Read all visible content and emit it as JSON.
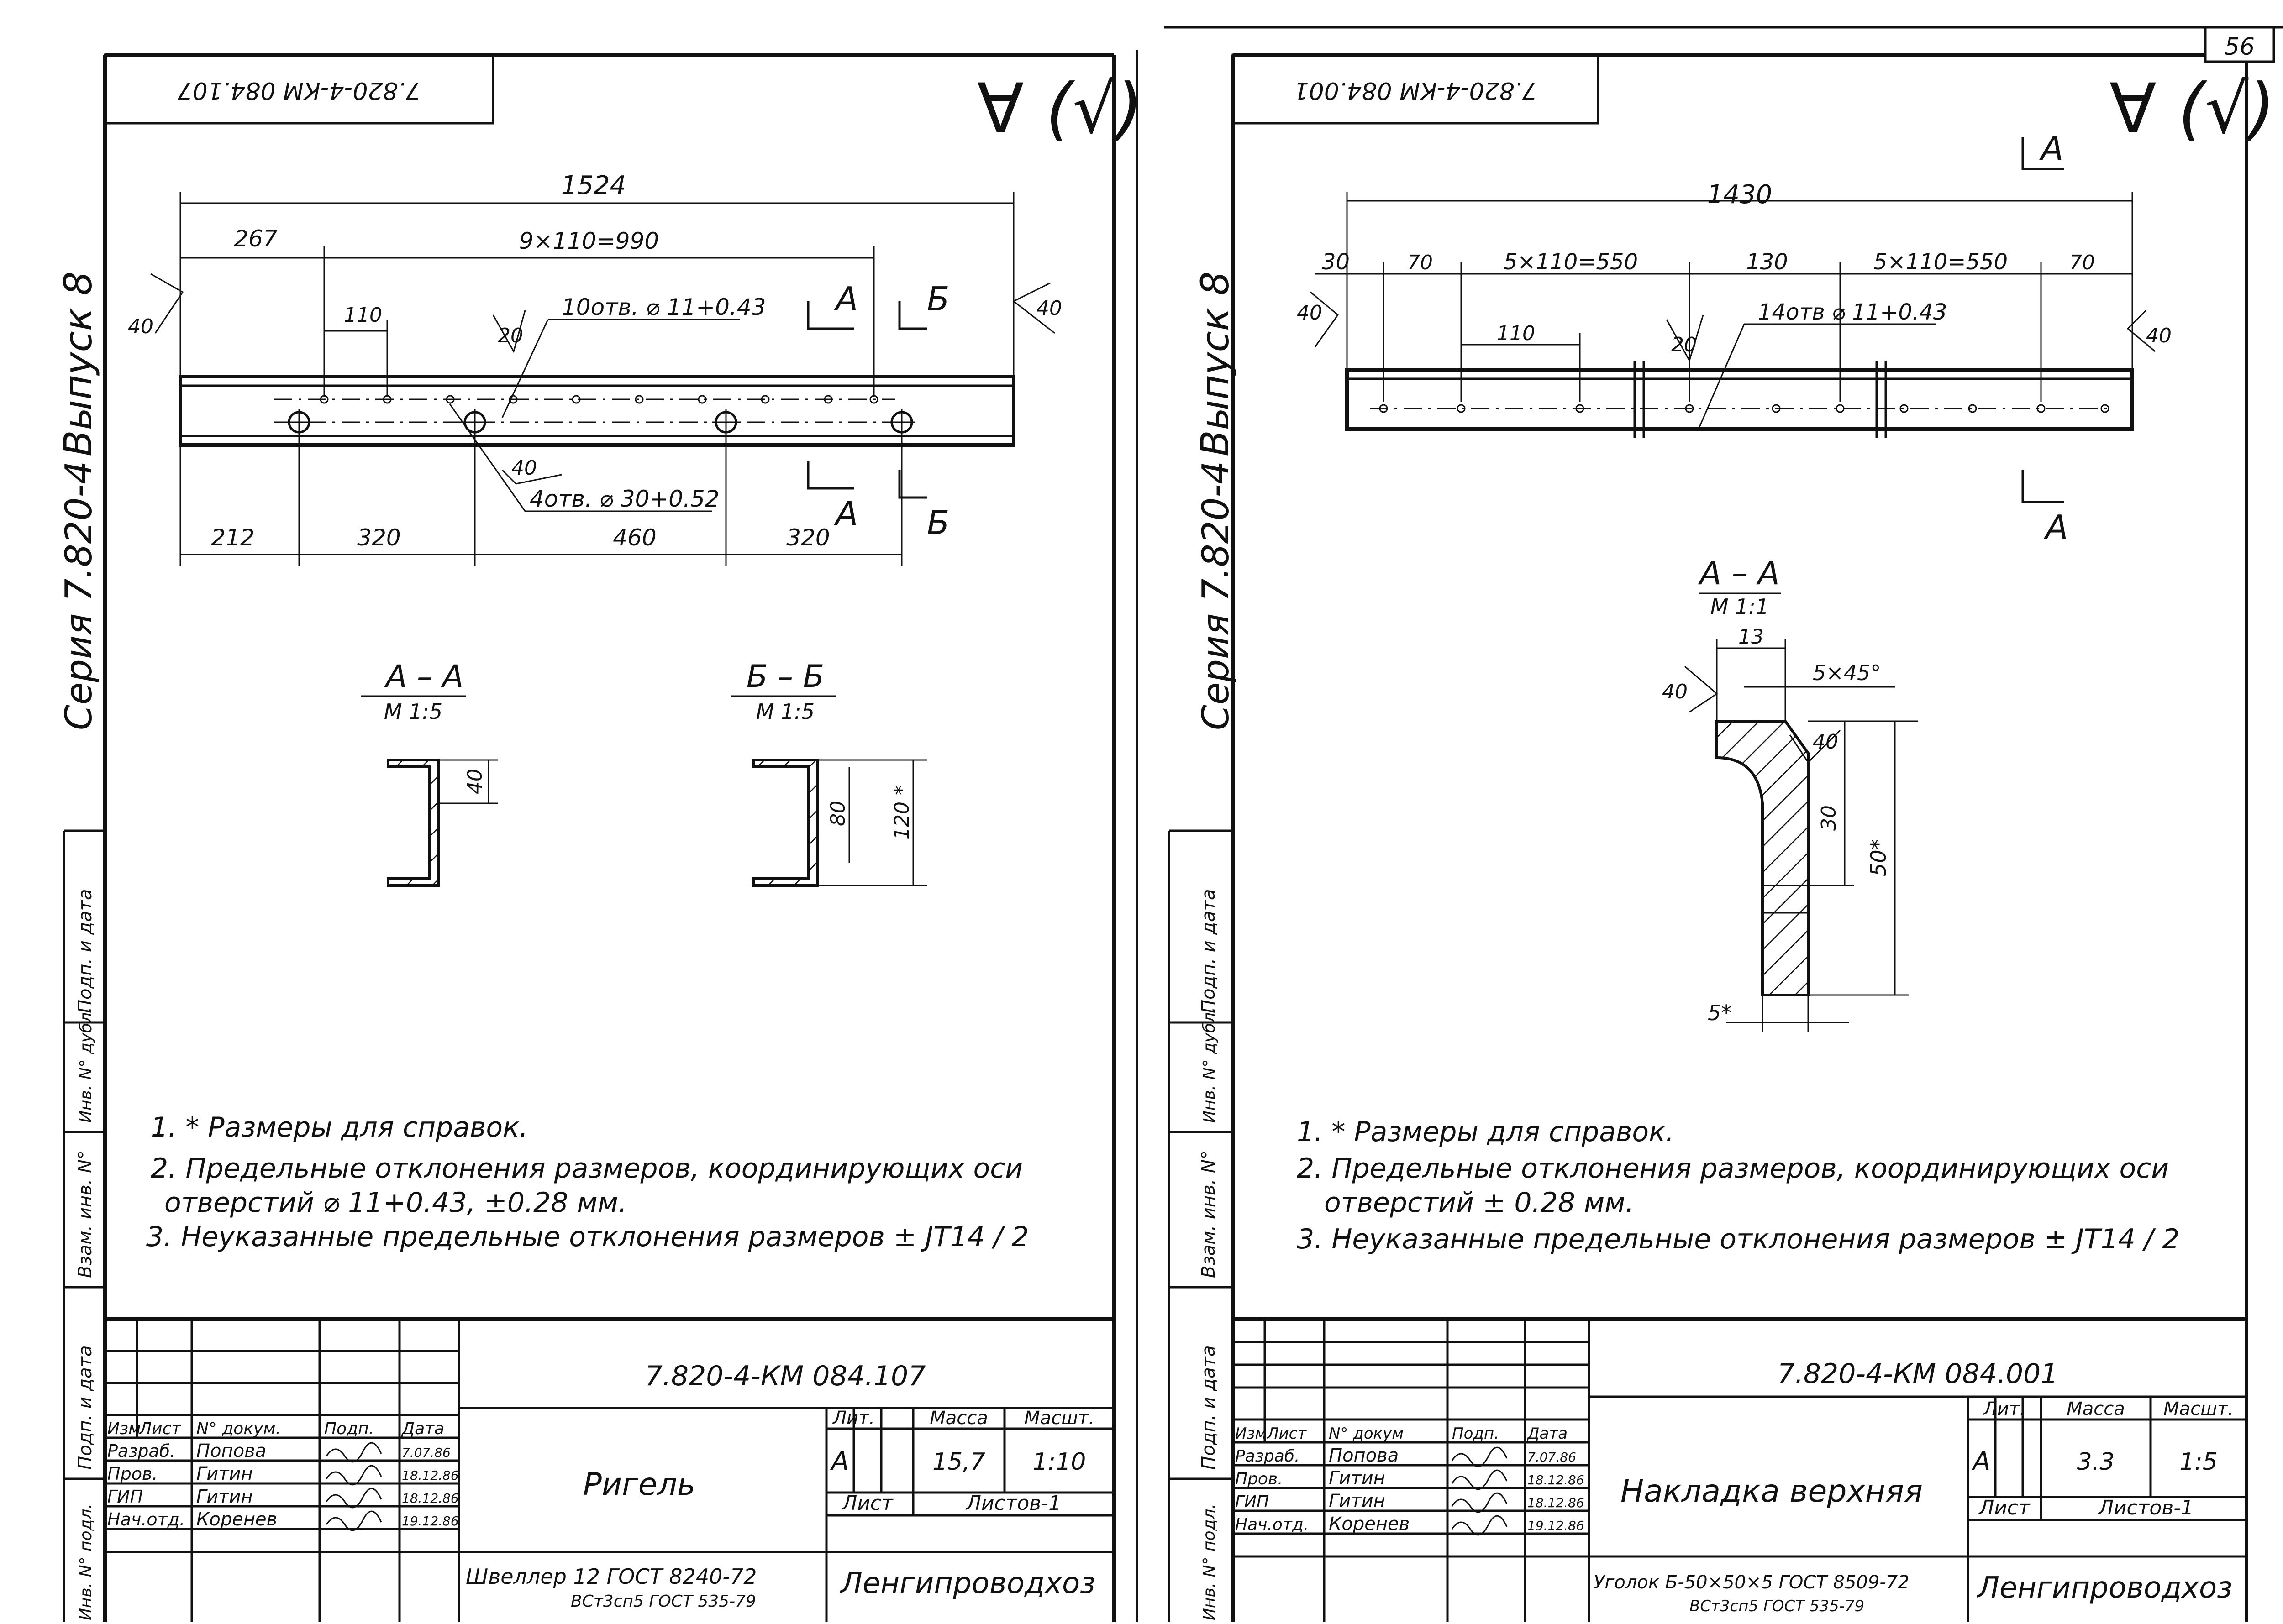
{
  "page_number": "56",
  "roughness_marks": {
    "left": "∀ (√)",
    "right": "∀ (√)"
  },
  "left": {
    "stamp_code_mirrored": "7.820-4-КМ 084.107",
    "side_title": {
      "vypusk": "Выпуск 8",
      "seriya": "Серия 7.820-4"
    },
    "plan_dims": {
      "overall": "1524",
      "offset": "267",
      "spacing": "9×110=990",
      "first_hole": "110",
      "holes_small": "10отв. ⌀ 11+0.43",
      "holes_large": "4отв. ⌀ 30+0.52",
      "bottom": [
        "212",
        "320",
        "460",
        "320"
      ],
      "rough_end_left": "40",
      "rough_end_right": "40",
      "rough_mid_top": "20",
      "rough_mid_bottom": "40",
      "section_a": "А",
      "section_b": "Б"
    },
    "section_aa": {
      "title": "А – А",
      "scale": "М 1:5",
      "dim": "40"
    },
    "section_bb": {
      "title": "Б – Б",
      "scale": "М 1:5",
      "dim1": "80",
      "dim2": "120 *"
    },
    "notes": [
      "1. * Размеры для справок.",
      "2. Предельные отклонения размеров, координирующих оси",
      "отверстий ⌀ 11+0.43, ±0.28 мм.",
      "3. Неуказанные предельные отклонения размеров ± JT14 / 2"
    ],
    "title_block": {
      "code": "7.820-4-КМ 084.107",
      "name": "Ригель",
      "material_line1": "Швеллер 12 ГОСТ 8240-72",
      "material_line2": "ВСт3сп5 ГОСТ 535-79",
      "org": "Ленгипроводхоз",
      "lit_header": "Лит.",
      "mass_header": "Масса",
      "scale_header": "Масшт.",
      "lit": "А",
      "mass": "15,7",
      "scale": "1:10",
      "sheet": "Лист",
      "sheets": "Листов-1",
      "col_headers": [
        "Изм",
        "Лист",
        "N° докум.",
        "Подп.",
        "Дата"
      ],
      "rows": [
        [
          "Разраб.",
          "Попова",
          "",
          "7.07.86"
        ],
        [
          "Пров.",
          "Гитин",
          "",
          "18.12.86"
        ],
        [
          "ГИП",
          "Гитин",
          "",
          "18.12.86"
        ],
        [
          "Нач.отд.",
          "Коренев",
          "",
          "19.12.86"
        ]
      ]
    },
    "side_strip": [
      "Взам. инв. N°",
      "Инв. N° дубл.",
      "Подп. и дата",
      "Подп. и дата",
      "Инв. N° подл."
    ]
  },
  "right": {
    "stamp_code_mirrored": "7.820-4-КМ 084.001",
    "side_title": {
      "vypusk": "Выпуск 8",
      "seriya": "Серия 7.820-4"
    },
    "plan_dims": {
      "overall": "1430",
      "d1": "30",
      "d2": "70",
      "spacing1": "5×110=550",
      "mid": "130",
      "spacing2": "5×110=550",
      "d3": "70",
      "first_hole": "110",
      "holes": "14отв ⌀ 11+0.43",
      "rough_left": "40",
      "rough_right": "40",
      "rough_mid": "20",
      "section": "А"
    },
    "section_aa": {
      "title": "А – А",
      "scale": "М 1:1",
      "dim_top": "13",
      "chamfer": "5×45°",
      "rough": "40",
      "rough2": "40",
      "dim30": "30",
      "dim50": "50*",
      "dim5": "5*"
    },
    "notes": [
      "1. * Размеры для справок.",
      "2. Предельные отклонения размеров, координирующих оси",
      "отверстий  ± 0.28 мм.",
      "3. Неуказанные предельные отклонения размеров ± JT14 / 2"
    ],
    "title_block": {
      "code": "7.820-4-КМ 084.001",
      "name": "Накладка верхняя",
      "material_line1": "Уголок Б-50×50×5 ГОСТ 8509-72",
      "material_line2": "ВСт3сп5 ГОСТ 535-79",
      "org": "Ленгипроводхоз",
      "lit_header": "Лит.",
      "mass_header": "Масса",
      "scale_header": "Масшт.",
      "lit": "А",
      "mass": "3.3",
      "scale": "1:5",
      "sheet": "Лист",
      "sheets": "Листов-1",
      "col_headers": [
        "Изм",
        "Лист",
        "N° докум",
        "Подп.",
        "Дата"
      ],
      "rows": [
        [
          "Разраб.",
          "Попова",
          "",
          "7.07.86"
        ],
        [
          "Пров.",
          "Гитин",
          "",
          "18.12.86"
        ],
        [
          "ГИП",
          "Гитин",
          "",
          "18.12.86"
        ],
        [
          "Нач.отд.",
          "Коренев",
          "",
          "19.12.86"
        ]
      ]
    },
    "side_strip": [
      "Взам. инв. N°",
      "Инв. N° дубл.",
      "Подп. и дата",
      "Подп. и дата",
      "Инв. N° подл."
    ]
  }
}
